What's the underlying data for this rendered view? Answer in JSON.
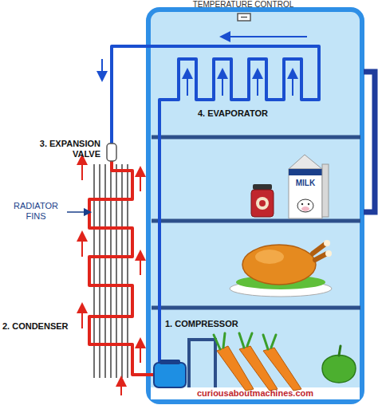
{
  "diagram": {
    "labels": [
      "TEMPERATURE CONTROL",
      "4. EVAPORATOR",
      "3. EXPANSION VALVE",
      "RADIATOR FINS",
      "2. CONDENSER",
      "1. COMPRESSOR",
      "MILK",
      "curiousaboutmachines.com"
    ]
  }
}
